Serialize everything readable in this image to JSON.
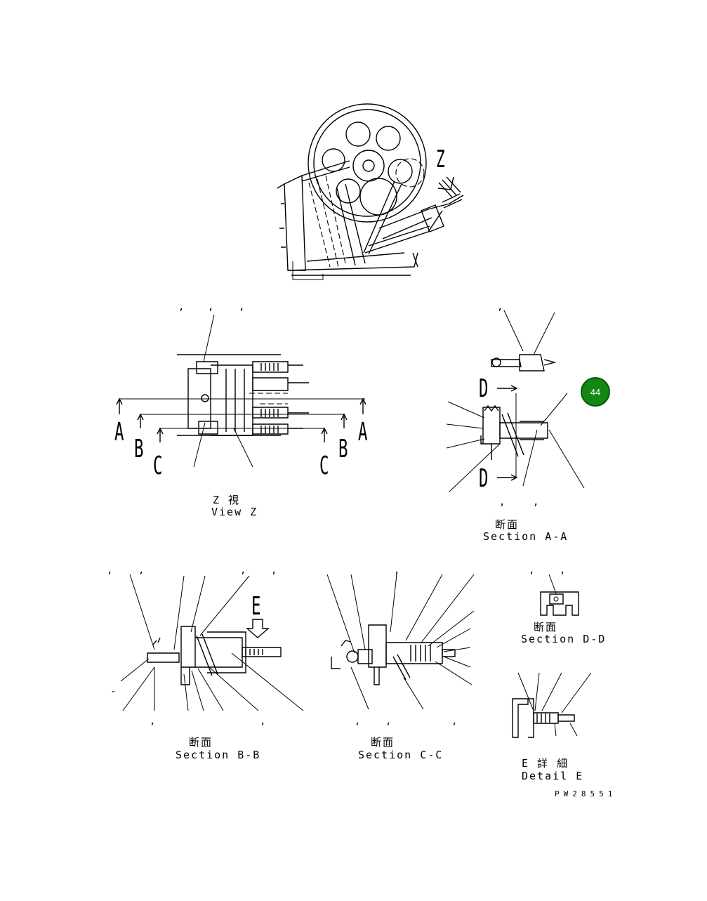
{
  "labels": {
    "z": "Z",
    "view_z_jp": "Z 視",
    "view_z": "View Z",
    "section_aa_jp": "断面",
    "section_aa": "Section A-A",
    "section_bb_jp": "断面",
    "section_bb": "Section B-B",
    "section_cc_jp": "断面",
    "section_cc": "Section C-C",
    "section_dd_jp": "断面",
    "section_dd": "Section D-D",
    "detail_e_jp": "E 詳 細",
    "detail_e": "Detail E",
    "code": "PW28551"
  },
  "section_markers": {
    "a": "A",
    "b": "B",
    "c": "C",
    "d": "D",
    "e": "E"
  },
  "callout_separator": ",",
  "callout_dash": "-",
  "page_badge": "44"
}
